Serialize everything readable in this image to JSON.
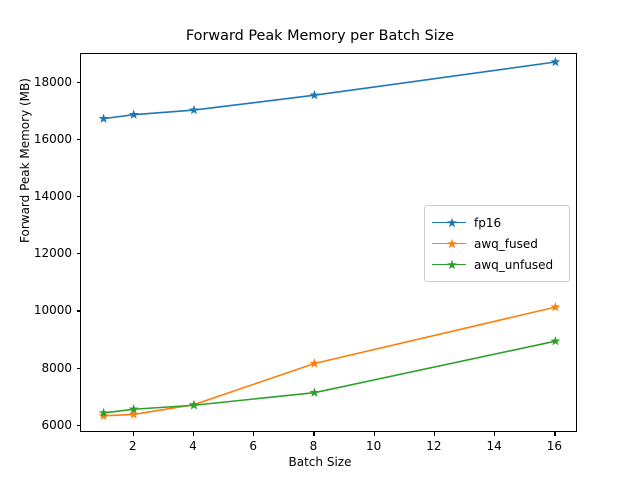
{
  "chart_data": {
    "type": "line",
    "title": "Forward Peak Memory per Batch Size",
    "xlabel": "Batch Size",
    "ylabel": "Forward Peak Memory (MB)",
    "x": [
      1,
      2,
      4,
      8,
      16
    ],
    "xlim": [
      0.25,
      16.75
    ],
    "ylim": [
      5750,
      19000
    ],
    "xticks": [
      2,
      4,
      6,
      8,
      10,
      12,
      14,
      16
    ],
    "xtick_labels": [
      "2",
      "4",
      "6",
      "8",
      "10",
      "12",
      "14",
      "16"
    ],
    "yticks": [
      6000,
      8000,
      10000,
      12000,
      14000,
      16000,
      18000
    ],
    "ytick_labels": [
      "6000",
      "8000",
      "10000",
      "12000",
      "14000",
      "16000",
      "18000"
    ],
    "grid": false,
    "legend_position": "center right",
    "marker": "star",
    "series": [
      {
        "name": "fp16",
        "color": "#1f77b4",
        "values": [
          16740,
          16880,
          17040,
          17560,
          18720
        ]
      },
      {
        "name": "awq_fused",
        "color": "#ff7f0e",
        "values": [
          6350,
          6400,
          6740,
          8180,
          10150
        ]
      },
      {
        "name": "awq_unfused",
        "color": "#2ca02c",
        "values": [
          6450,
          6580,
          6720,
          7160,
          8960
        ]
      }
    ]
  },
  "legend": {
    "items": [
      {
        "label": "fp16"
      },
      {
        "label": "awq_fused"
      },
      {
        "label": "awq_unfused"
      }
    ]
  }
}
